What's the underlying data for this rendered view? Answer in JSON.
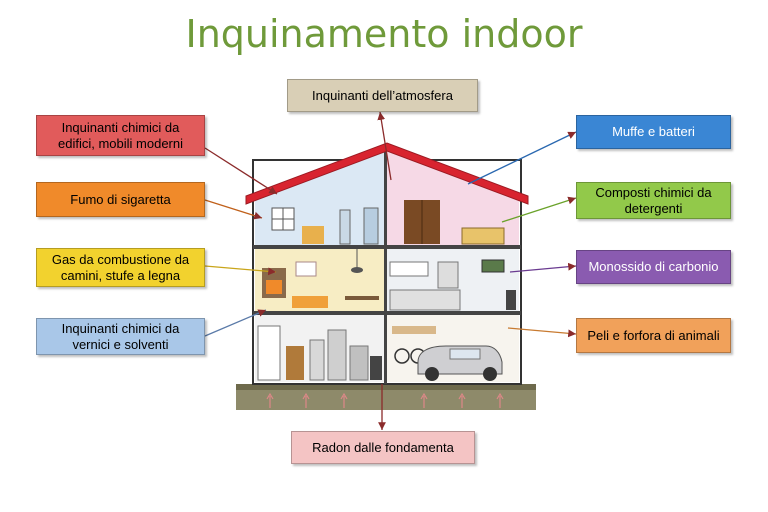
{
  "title": "Inquinamento indoor",
  "labels": {
    "atmosfera": "Inquinanti dell’atmosfera",
    "edifici": "Inquinanti chimici da edifici, mobili moderni",
    "fumo": "Fumo di sigaretta",
    "gas": "Gas da combustione da camini, stufe a legna",
    "vernici": "Inquinanti chimici da vernici e solventi",
    "muffe": "Muffe e batteri",
    "composti": "Composti chimici da detergenti",
    "monossido": "Monossido di carbonio",
    "peli": "Peli e forfora di animali",
    "radon": "Radon dalle fondamenta"
  },
  "colors": {
    "title": "#6f9a3a",
    "atmosfera": "#d9cfb6",
    "edifici": "#e15b5b",
    "fumo": "#f08a2a",
    "gas": "#f2d22e",
    "vernici": "#a9c7e8",
    "muffe": "#3a86d4",
    "composti": "#92c94a",
    "monossido": "#8a5bb0",
    "peli": "#f1a15a",
    "radon": "#f4c4c4",
    "roof": "#d8242f"
  }
}
